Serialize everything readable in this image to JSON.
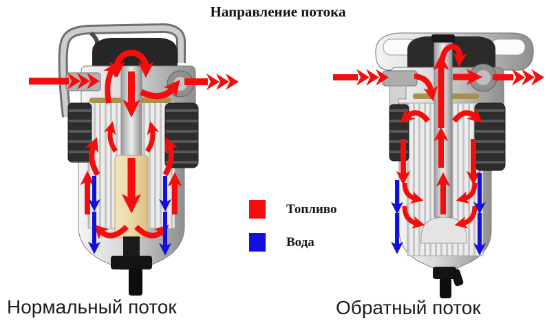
{
  "title": "Направление потока",
  "legend": {
    "items": [
      {
        "name": "fuel",
        "label": "Топливо",
        "color": "#f50d0d"
      },
      {
        "name": "water",
        "label": "Вода",
        "color": "#1410dc"
      }
    ]
  },
  "diagrams": [
    {
      "id": "normal",
      "caption": "Нормальный поток"
    },
    {
      "id": "reverse",
      "caption": "Обратный поток"
    }
  ],
  "colors": {
    "fuel": "#f50d0d",
    "water": "#1410dc",
    "background": "#ffffff"
  }
}
